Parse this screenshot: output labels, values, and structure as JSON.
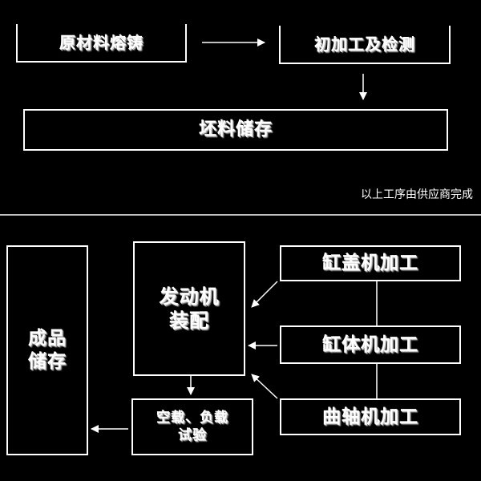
{
  "colors": {
    "background": "#000000",
    "foreground": "#ffffff"
  },
  "top_section": {
    "casting": "原材料熔铸",
    "rough_machining": "初加工及检测",
    "blank_storage": "坯料储存",
    "supplier_note": "以上工序由供应商完成"
  },
  "bottom_section": {
    "finished_storage": [
      "成品",
      "储存"
    ],
    "engine_assembly": [
      "发动机",
      "装配"
    ],
    "load_test": [
      "空载、负载",
      "试验"
    ],
    "cylinder_head": "缸盖机加工",
    "cylinder_block": "缸体机加工",
    "crankshaft": "曲轴机加工"
  }
}
